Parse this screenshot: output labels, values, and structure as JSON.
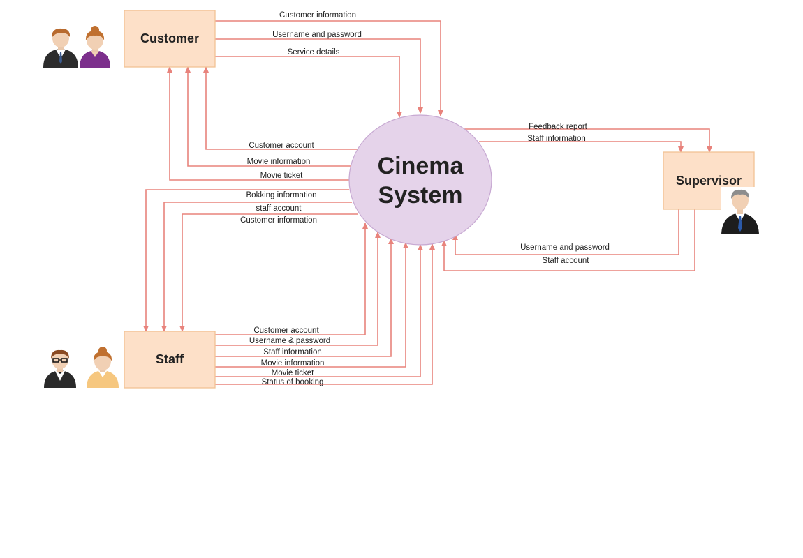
{
  "diagram": {
    "center_process": {
      "line1": "Cinema",
      "line2": "System"
    },
    "entities": {
      "customer": "Customer",
      "supervisor": "Supervisor",
      "staff": "Staff"
    },
    "flows": {
      "customer_to_system": [
        "Customer information",
        "Username and password",
        "Service details"
      ],
      "system_to_customer": [
        "Customer account",
        "Movie information",
        "Movie ticket"
      ],
      "system_to_staff": [
        "Bokking information",
        "staff account",
        "Customer information"
      ],
      "staff_to_system": [
        "Customer account",
        "Username & password",
        "Staff information",
        "Movie information",
        "Movie ticket",
        "Status of booking"
      ],
      "system_to_supervisor": [
        "Feedback report",
        "Staff information"
      ],
      "supervisor_to_system": [
        "Username and password",
        "Staff account"
      ]
    },
    "colors": {
      "entity_fill": "#fde0c8",
      "entity_stroke": "#f2c294",
      "process_fill": "#e5d3ea",
      "process_stroke": "#c7a9d2",
      "flow_line": "#e8837c"
    }
  }
}
